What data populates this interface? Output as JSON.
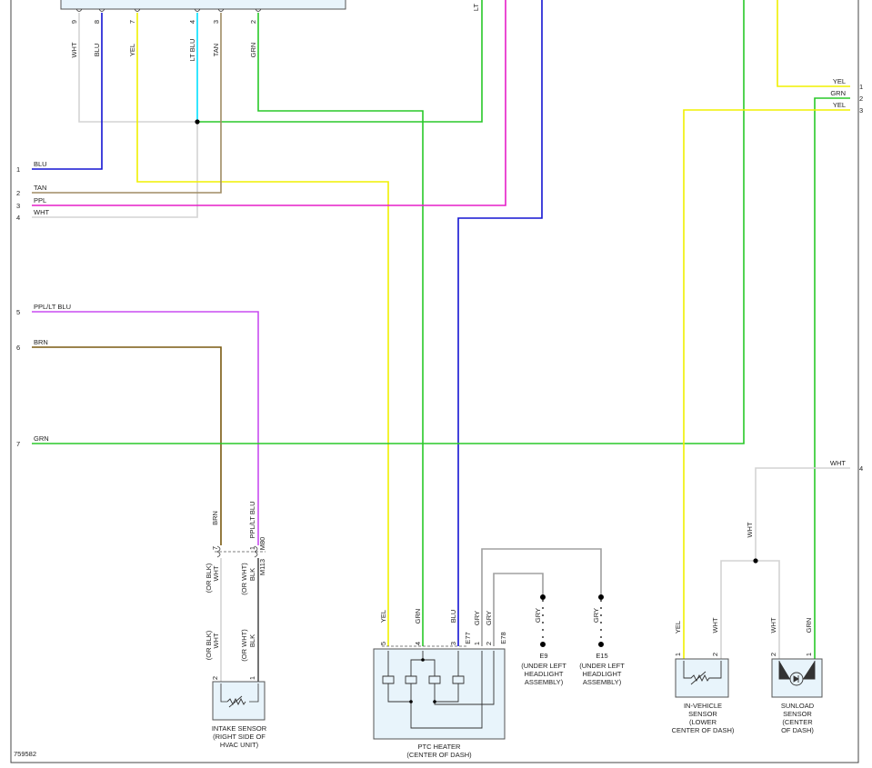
{
  "diagram_id": "759582",
  "colors": {
    "WHT": "#d4d4d4",
    "BLU": "#1414d2",
    "YEL": "#f0f000",
    "LTBLU": "#00e0ff",
    "TAN": "#a08c64",
    "GRN": "#28c828",
    "PPL": "#e61ec8",
    "PPLLTBLU": "#c84cf0",
    "BRN": "#7a5a10",
    "GRY": "#a0a0a0",
    "BLK": "#505050"
  },
  "left_connector": {
    "pins": [
      {
        "num": "1",
        "wire": "BLU"
      },
      {
        "num": "2",
        "wire": "TAN"
      },
      {
        "num": "3",
        "wire": "PPL"
      },
      {
        "num": "4",
        "wire": "WHT"
      },
      {
        "num": "5",
        "wire": "PPL/LT BLU"
      },
      {
        "num": "6",
        "wire": "BRN"
      },
      {
        "num": "7",
        "wire": "GRN"
      }
    ]
  },
  "right_connector": {
    "pins": [
      {
        "num": "1",
        "wire": "YEL"
      },
      {
        "num": "2",
        "wire": "GRN"
      },
      {
        "num": "3",
        "wire": "YEL"
      },
      {
        "num": "4",
        "wire": "WHT"
      }
    ]
  },
  "top_module": {
    "pins": [
      {
        "num": "9",
        "wire": "WHT"
      },
      {
        "num": "8",
        "wire": "BLU"
      },
      {
        "num": "7",
        "wire": "YEL"
      },
      {
        "num": "4",
        "wire": "LT BLU"
      },
      {
        "num": "3",
        "wire": "TAN"
      },
      {
        "num": "2",
        "wire": "GRN"
      }
    ],
    "partial_label": "LT"
  },
  "intake_sensor": {
    "caption": [
      "INTAKE SENSOR",
      "(RIGHT SIDE OF",
      "HVAC UNIT)"
    ],
    "pin2_wire": "WHT",
    "pin2_alt": "(OR BLK)",
    "pin1_wire": "BLK",
    "pin1_alt": "(OR WHT)",
    "upper_left_wire": "BRN",
    "upper_right_wire": "PPL/LT BLU",
    "conn_left_wire": "WHT",
    "conn_left_alt": "(OR BLK)",
    "conn_right_wire": "BLK",
    "conn_right_alt": "(OR WHT)",
    "conn_top": "M80",
    "conn_bottom": "M113",
    "pins": {
      "p7": "7",
      "p1": "1",
      "p2": "2",
      "p1b": "1"
    }
  },
  "ptc_heater": {
    "caption": [
      "PTC HEATER",
      "(CENTER OF DASH)"
    ],
    "wires": [
      {
        "num": "5",
        "wire": "YEL"
      },
      {
        "num": "4",
        "wire": "GRN"
      },
      {
        "num": "3",
        "wire": "BLU"
      },
      {
        "num": "1",
        "wire": "GRY"
      },
      {
        "num": "2",
        "wire": "GRY"
      }
    ],
    "conn_a": "E77",
    "conn_b": "E78"
  },
  "grounds": [
    {
      "id": "E9",
      "wire": "GRY",
      "caption": [
        "(UNDER LEFT",
        "HEADLIGHT",
        "ASSEMBLY)"
      ]
    },
    {
      "id": "E15",
      "wire": "GRY",
      "caption": [
        "(UNDER LEFT",
        "HEADLIGHT",
        "ASSEMBLY)"
      ]
    }
  ],
  "in_vehicle_sensor": {
    "caption": [
      "IN-VEHICLE",
      "SENSOR",
      "(LOWER",
      "CENTER OF DASH)"
    ],
    "pin1_wire": "YEL",
    "pin2_wire": "WHT",
    "pin1": "1",
    "pin2": "2"
  },
  "sunload_sensor": {
    "caption": [
      "SUNLOAD",
      "SENSOR",
      "(CENTER",
      "OF DASH)"
    ],
    "pin2_wire": "WHT",
    "pin1_wire": "GRN",
    "pin2": "2",
    "pin1": "1"
  },
  "splice_wire": "WHT"
}
